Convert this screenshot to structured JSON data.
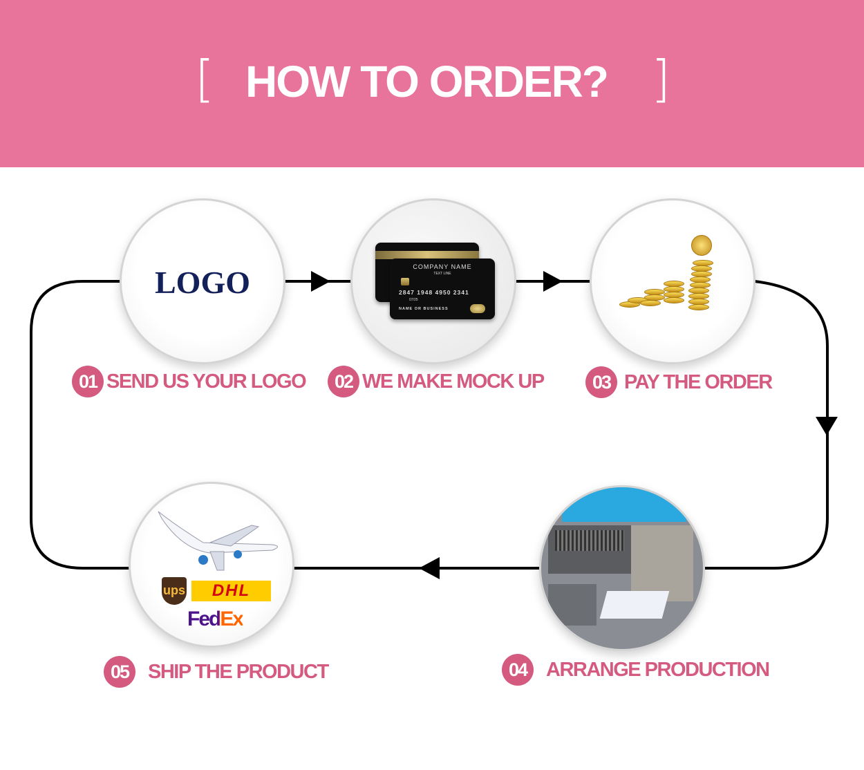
{
  "header": {
    "title": "HOW TO ORDER?",
    "bracket_left": "[",
    "bracket_right": "]",
    "background": "#e8739b"
  },
  "accent": "#d45a80",
  "steps": [
    {
      "num": "01",
      "label": "SEND US YOUR LOGO",
      "image_text": "LOGO"
    },
    {
      "num": "02",
      "label": "WE MAKE MOCK UP",
      "card": {
        "company": "COMPANY NAME",
        "text_line": "TEXT LINE",
        "number": "2847 1948 4950 2341",
        "expiry": "07/25",
        "name": "NAME OR BUSINESS"
      }
    },
    {
      "num": "03",
      "label": "PAY THE ORDER",
      "icon": "gold-coins"
    },
    {
      "num": "04",
      "label": "ARRANGE PRODUCTION",
      "icon": "printing-machine"
    },
    {
      "num": "05",
      "label": "SHIP THE PRODUCT",
      "carriers": [
        "ups",
        "DHL",
        "FedEx"
      ]
    }
  ]
}
